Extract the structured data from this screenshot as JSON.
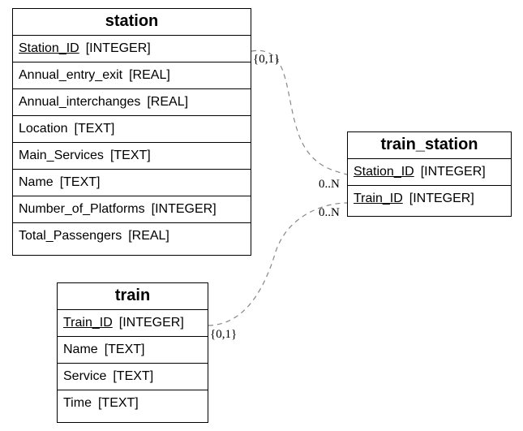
{
  "entities": {
    "station": {
      "name": "station",
      "attributes": [
        {
          "name": "Station_ID",
          "type": "[INTEGER]",
          "pk": true
        },
        {
          "name": "Annual_entry_exit",
          "type": "[REAL]",
          "pk": false
        },
        {
          "name": "Annual_interchanges",
          "type": "[REAL]",
          "pk": false
        },
        {
          "name": "Location",
          "type": "[TEXT]",
          "pk": false
        },
        {
          "name": "Main_Services",
          "type": "[TEXT]",
          "pk": false
        },
        {
          "name": "Name",
          "type": "[TEXT]",
          "pk": false
        },
        {
          "name": "Number_of_Platforms",
          "type": "[INTEGER]",
          "pk": false
        },
        {
          "name": "Total_Passengers",
          "type": "[REAL]",
          "pk": false
        }
      ]
    },
    "train_station": {
      "name": "train_station",
      "attributes": [
        {
          "name": "Station_ID",
          "type": "[INTEGER]",
          "pk": true
        },
        {
          "name": "Train_ID",
          "type": "[INTEGER]",
          "pk": true
        }
      ]
    },
    "train": {
      "name": "train",
      "attributes": [
        {
          "name": "Train_ID",
          "type": "[INTEGER]",
          "pk": true
        },
        {
          "name": "Name",
          "type": "[TEXT]",
          "pk": false
        },
        {
          "name": "Service",
          "type": "[TEXT]",
          "pk": false
        },
        {
          "name": "Time",
          "type": "[TEXT]",
          "pk": false
        }
      ]
    }
  },
  "relationships": [
    {
      "from": "station",
      "to": "train_station",
      "from_card": "{0,1}",
      "to_card": "0..N"
    },
    {
      "from": "train",
      "to": "train_station",
      "from_card": "{0,1}",
      "to_card": "0..N"
    }
  ],
  "colors": {
    "line": "#888888",
    "border": "#000000"
  }
}
